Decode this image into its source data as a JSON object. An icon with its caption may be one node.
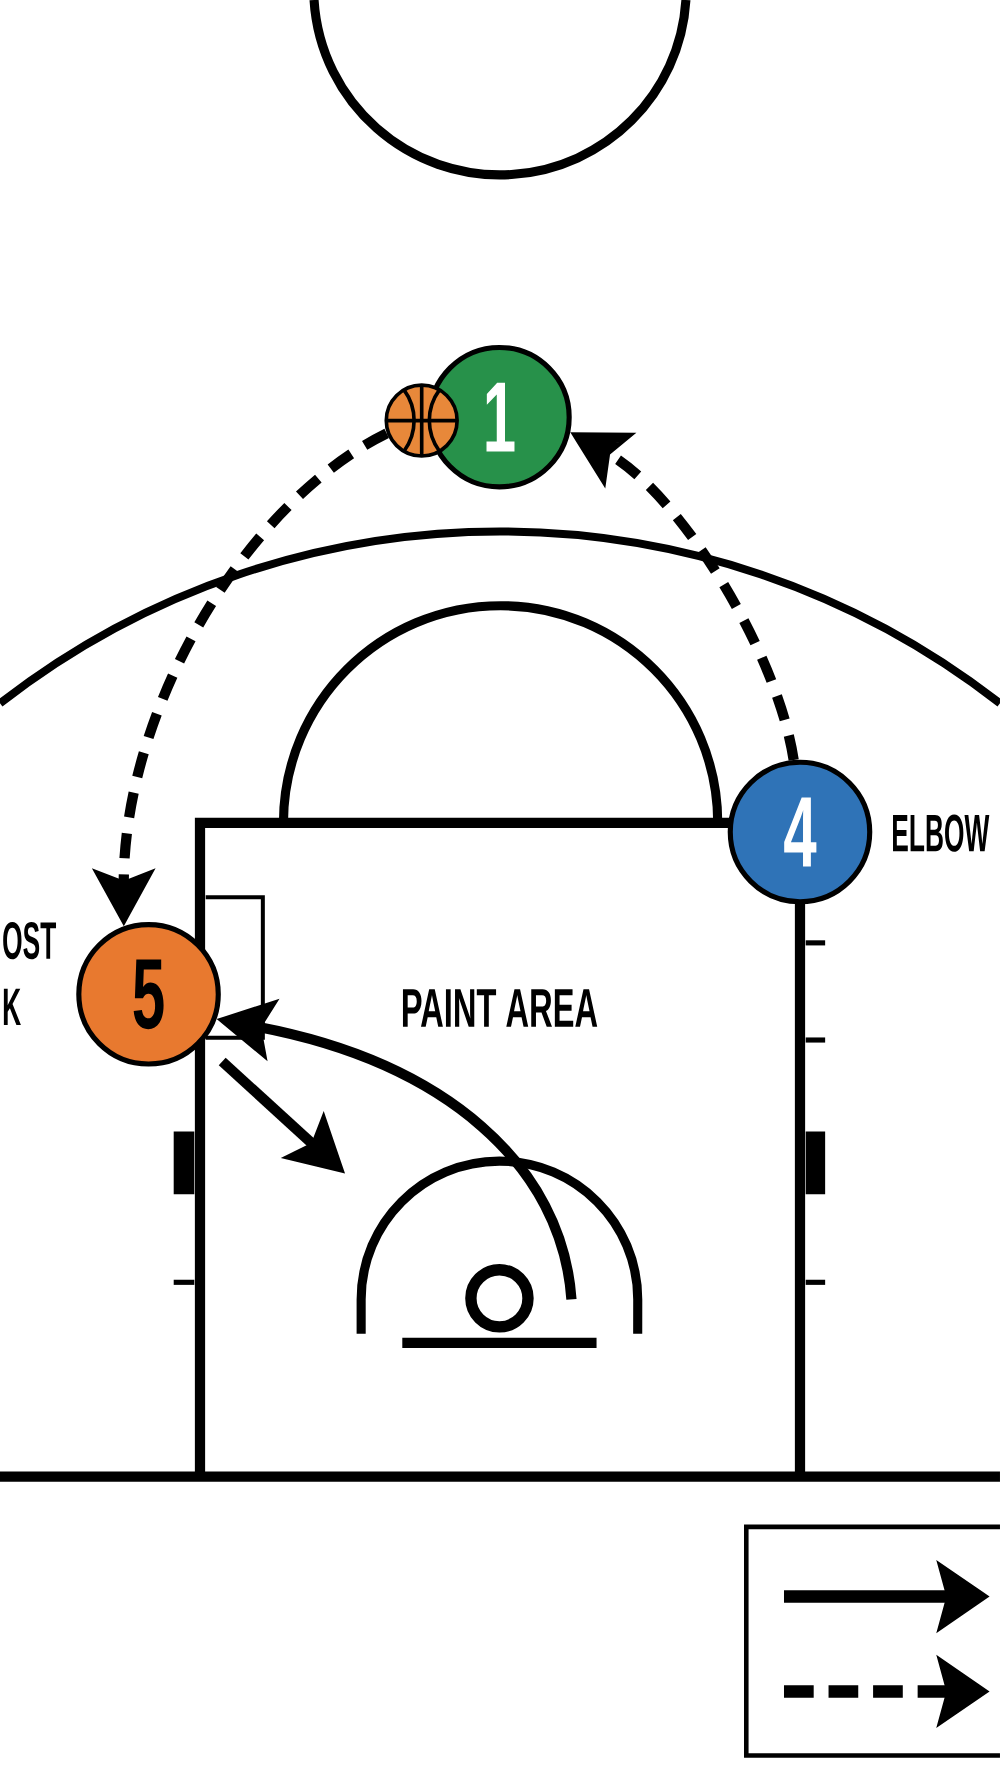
{
  "diagram": {
    "nodes": [
      {
        "text": [],
        "shape": "ball"
      },
      {
        "text": [
          "1"
        ]
      },
      {
        "text": [
          "4"
        ],
        "beside": [
          "ELBOW"
        ]
      },
      {
        "text": [
          "5"
        ],
        "beside": [
          "OST",
          "K"
        ]
      }
    ],
    "edges": [
      {
        "from": 0,
        "to": 3,
        "arrow": "to",
        "style": "dashed"
      },
      {
        "from": 2,
        "to": 1,
        "arrow": "to",
        "style": "dashed"
      },
      {
        "from": 3,
        "to": null,
        "arrow": "to"
      },
      {
        "from": null,
        "to": 3,
        "arrow": "to"
      }
    ],
    "labels": [
      "PAINT AREA"
    ]
  }
}
